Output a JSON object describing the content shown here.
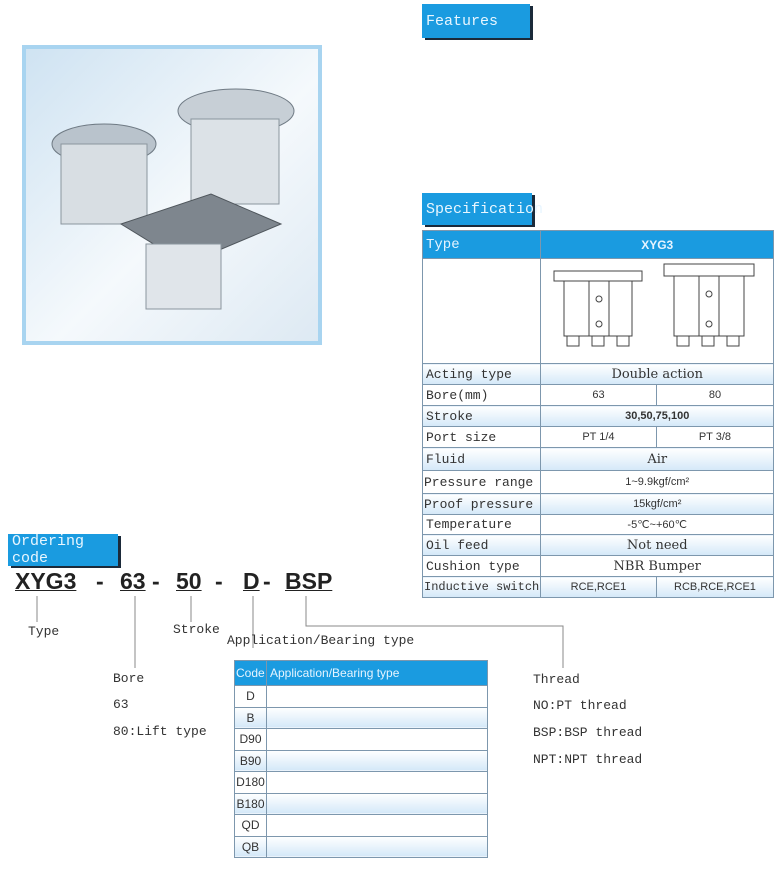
{
  "features": {
    "title": "Features"
  },
  "specification": {
    "title": "Specification",
    "header": {
      "label": "Type",
      "model": "XYG3"
    },
    "rows": [
      {
        "label": "Acting type",
        "values": [
          "Double action"
        ]
      },
      {
        "label": "Bore(mm)",
        "values": [
          "63",
          "80"
        ]
      },
      {
        "label": "Stroke",
        "values": [
          "30,50,75,100"
        ]
      },
      {
        "label": "Port size",
        "values": [
          "PT 1/4",
          "PT 3/8"
        ]
      },
      {
        "label": "Fluid",
        "values": [
          "Air"
        ]
      },
      {
        "label": "Pressure range",
        "values": [
          "1~9.9kgf/cm²"
        ]
      },
      {
        "label": "Proof pressure",
        "values": [
          "15kgf/cm²"
        ]
      },
      {
        "label": "Temperature",
        "values": [
          "-5℃~+60℃"
        ]
      },
      {
        "label": "Oil feed",
        "values": [
          "Not need"
        ]
      },
      {
        "label": "Cushion type",
        "values": [
          "NBR Bumper"
        ]
      },
      {
        "label": "Inductive switch",
        "values": [
          "RCE,RCE1",
          "RCB,RCE,RCE1"
        ]
      }
    ]
  },
  "ordering": {
    "title": "Ordering code",
    "parts": [
      "XYG3",
      "63",
      "50",
      "D",
      "BSP"
    ],
    "separator": "-",
    "labels": {
      "type": "Type",
      "bore": "Bore",
      "stroke": "Stroke",
      "application": "Application/Bearing type",
      "thread": "Thread"
    },
    "bore_options": [
      "63",
      "80:Lift type"
    ],
    "thread_options": [
      "NO:PT thread",
      "BSP:BSP thread",
      "NPT:NPT thread"
    ],
    "table": {
      "headers": [
        "Code",
        "Application/Bearing type"
      ],
      "codes": [
        "D",
        "B",
        "D90",
        "B90",
        "D180",
        "B180",
        "QD",
        "QB"
      ]
    }
  }
}
